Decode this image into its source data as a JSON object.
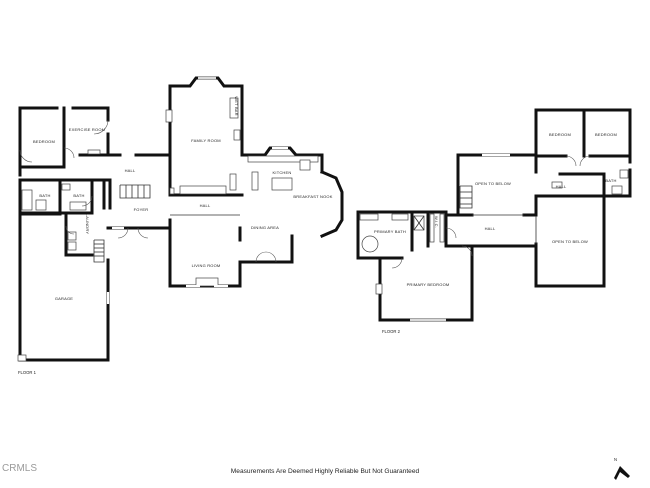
{
  "floors": {
    "floor_1": {
      "label": "FLOOR 1",
      "rooms": {
        "bedroom": "BEDROOM",
        "exercise_room": "EXERCISE ROOM",
        "family_room": "FAMILY ROOM",
        "wet_bar": "WET BAR",
        "hall_upper": "HALL",
        "hall_center": "HALL",
        "bath_left": "BATH",
        "bath_right": "BATH",
        "foyer": "FOYER",
        "laundry": "LAUNDRY",
        "kitchen": "KITCHEN",
        "breakfast_nook": "BREAKFAST NOOK",
        "dining_area": "DINING AREA",
        "living_room": "LIVING ROOM",
        "garage": "GARAGE"
      }
    },
    "floor_2": {
      "label": "FLOOR 2",
      "rooms": {
        "bedroom_left": "BEDROOM",
        "bedroom_right": "BEDROOM",
        "open_to_below_top": "OPEN TO BELOW",
        "hall_upper": "HALL",
        "bath": "BATH",
        "primary_bath": "PRIMARY BATH",
        "wic": "W.I.C.",
        "hall_center": "HALL",
        "open_to_below_right": "OPEN TO BELOW",
        "primary_bedroom": "PRIMARY BEDROOM"
      }
    }
  },
  "footer": {
    "disclaimer": "Measurements Are Deemed Highly Reliable But Not Guaranteed",
    "watermark": "CRMLS",
    "compass_label": "N"
  },
  "icons": {
    "compass": "north-arrow-icon"
  }
}
